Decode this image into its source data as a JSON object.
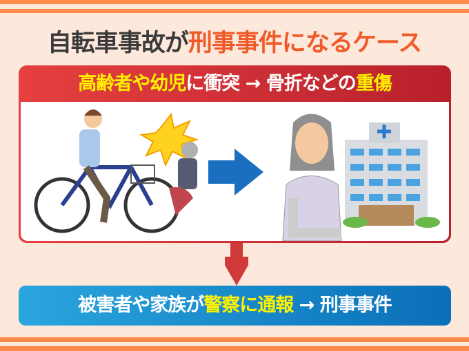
{
  "title": {
    "part1": "自転車事故が",
    "part2": "刑事事件になるケース"
  },
  "step1": {
    "hl1": "高齢者や幼児",
    "text1": "に衝突 → 骨折などの",
    "hl2": "重傷"
  },
  "step2": {
    "text1": "被害者や家族が",
    "hl1": "警察に通報",
    "text2": " → 刑事事件"
  },
  "colors": {
    "stripe": "#ff8a4c",
    "background": "#fde8dc",
    "title_accent": "#f05a28",
    "red": "#d63238",
    "blue": "#1a8fd0",
    "highlight": "#fff200"
  }
}
